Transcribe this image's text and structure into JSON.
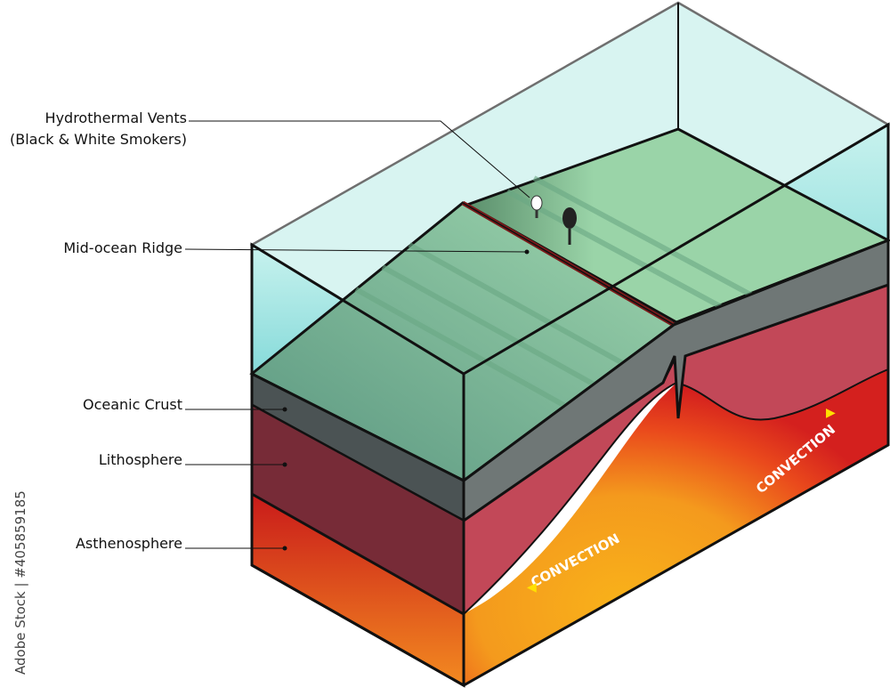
{
  "labels": {
    "vents_line1": "Hydrothermal Vents",
    "vents_line2": "(Black & White Smokers)",
    "ridge": "Mid-ocean Ridge",
    "crust": "Oceanic Crust",
    "lithosphere": "Lithosphere",
    "asthenosphere": "Asthenosphere"
  },
  "annotations": {
    "convection_left": "CONVECTION",
    "convection_right": "CONVECTION"
  },
  "watermark": "Adobe Stock | #405859185",
  "colors": {
    "water": "#5fd0cc",
    "seafloor": "#8fcf9f",
    "crust": "#6f7776",
    "lithosphere": "#c24858",
    "asthenosphere_hot": "#f7a41a",
    "asthenosphere_edge": "#d8201e"
  }
}
